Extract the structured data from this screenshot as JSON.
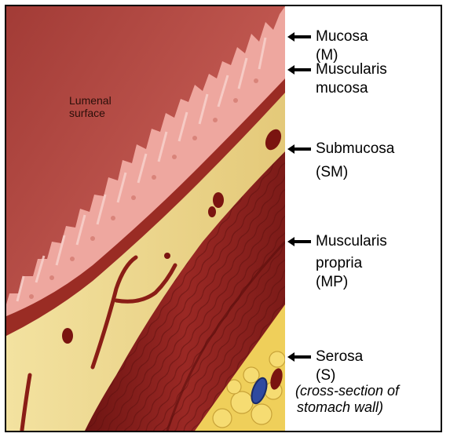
{
  "lumenal_label": [
    "Lumenal",
    "surface"
  ],
  "layers": [
    {
      "lines": [
        "Mucosa (M)"
      ]
    },
    {
      "lines": [
        "Muscularis",
        "mucosa"
      ]
    },
    {
      "lines": [
        "Submucosa",
        "(SM)"
      ]
    },
    {
      "lines": [
        "Muscularis",
        "propria (MP)"
      ]
    },
    {
      "lines": [
        "Serosa (S)"
      ]
    }
  ],
  "caption": [
    "(cross-section of",
    "stomach wall)"
  ],
  "colors": {
    "lumen": "#b8514a",
    "mucosa": "#eea79f",
    "submucosa": "#ead58a",
    "muscularis_propria": "#8a1d1a",
    "vessel_red": "#7a1410",
    "vessel_blue": "#2f4aa0",
    "fat": "#efcf5a"
  }
}
